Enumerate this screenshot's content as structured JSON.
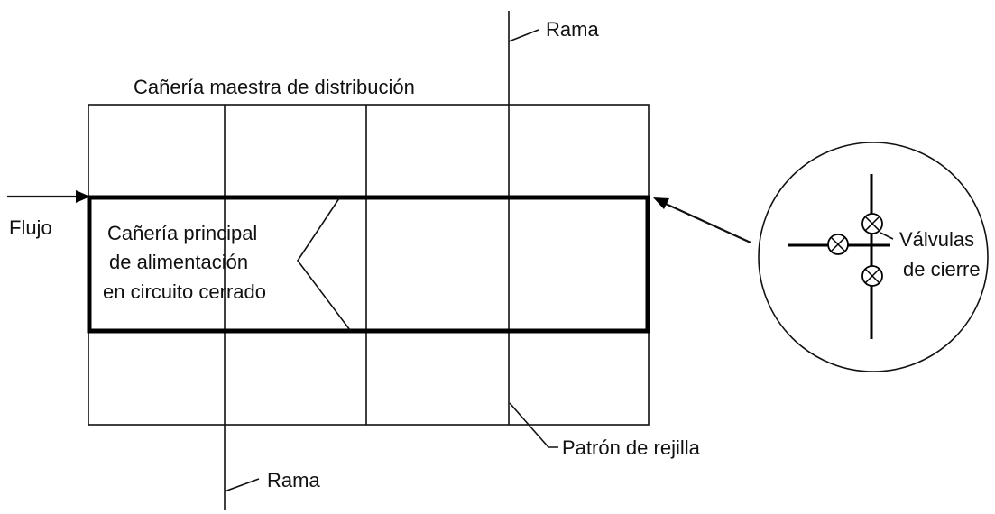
{
  "labels": {
    "rama_top": "Rama",
    "rama_bottom": "Rama",
    "distribution_main": "Cañería maestra de distribución",
    "flow": "Flujo",
    "feeder_line1": "Cañería principal",
    "feeder_line2": "de alimentación",
    "feeder_line3": "en circuito cerrado",
    "grid_pattern": "Patrón de rejilla",
    "valves_line1": "Válvulas",
    "valves_line2": "de cierre"
  }
}
